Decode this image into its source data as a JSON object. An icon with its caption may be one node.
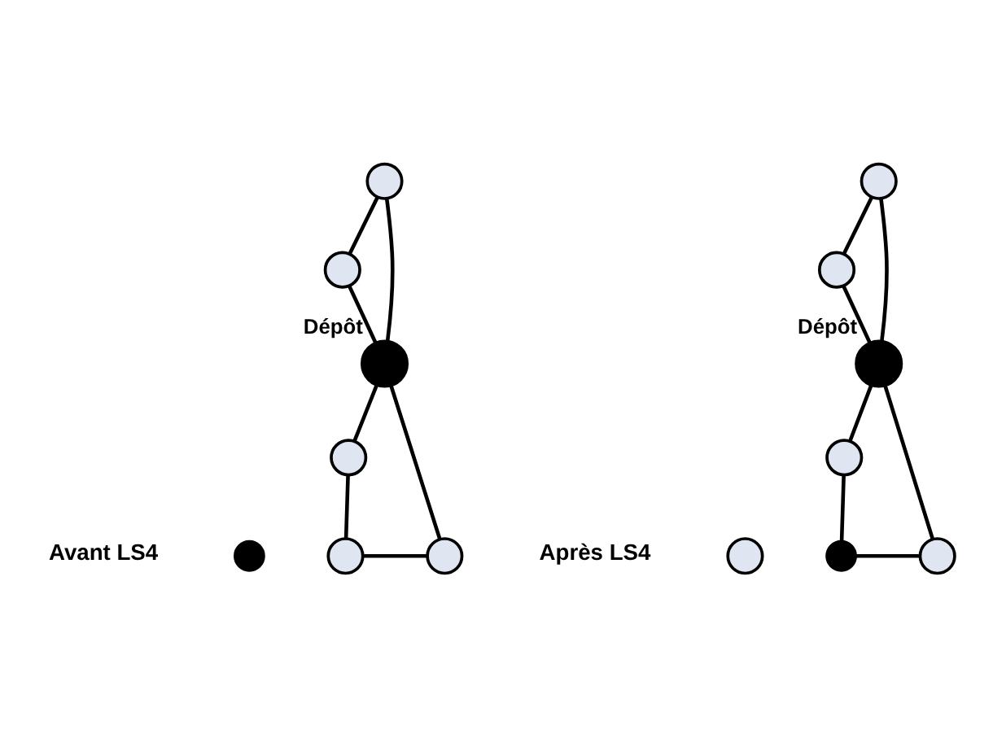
{
  "diagram": {
    "nodes": [
      {
        "text": [],
        "shape": "circle"
      },
      {
        "text": [],
        "shape": "circle"
      },
      {
        "text": [],
        "shape": "circle",
        "beside": [
          "Dépôt"
        ]
      },
      {
        "text": [],
        "shape": "circle"
      },
      {
        "text": [],
        "shape": "circle"
      },
      {
        "text": [],
        "shape": "circle"
      },
      {
        "text": [],
        "shape": "circle"
      },
      {
        "text": [],
        "shape": "circle"
      },
      {
        "text": [],
        "shape": "circle"
      },
      {
        "text": [],
        "shape": "circle",
        "beside": [
          "Dépôt"
        ]
      },
      {
        "text": [],
        "shape": "circle"
      },
      {
        "text": [],
        "shape": "circle"
      },
      {
        "text": [],
        "shape": "circle"
      },
      {
        "text": [],
        "shape": "circle"
      }
    ],
    "edges": [
      {
        "from": 0,
        "to": 1,
        "arrow": "none"
      },
      {
        "from": 0,
        "to": 2,
        "arrow": "none"
      },
      {
        "from": 1,
        "to": 2,
        "arrow": "none"
      },
      {
        "from": 2,
        "to": 3,
        "arrow": "none"
      },
      {
        "from": 3,
        "to": 5,
        "arrow": "none"
      },
      {
        "from": 5,
        "to": 6,
        "arrow": "none"
      },
      {
        "from": 6,
        "to": 2,
        "arrow": "none"
      },
      {
        "from": 7,
        "to": 8,
        "arrow": "none"
      },
      {
        "from": 7,
        "to": 9,
        "arrow": "none"
      },
      {
        "from": 8,
        "to": 9,
        "arrow": "none"
      },
      {
        "from": 9,
        "to": 10,
        "arrow": "none"
      },
      {
        "from": 10,
        "to": 11,
        "arrow": "none"
      },
      {
        "from": 11,
        "to": 13,
        "arrow": "none"
      },
      {
        "from": 13,
        "to": 9,
        "arrow": "none"
      }
    ],
    "labels": [
      "Avant LS4",
      "Après LS4"
    ]
  }
}
